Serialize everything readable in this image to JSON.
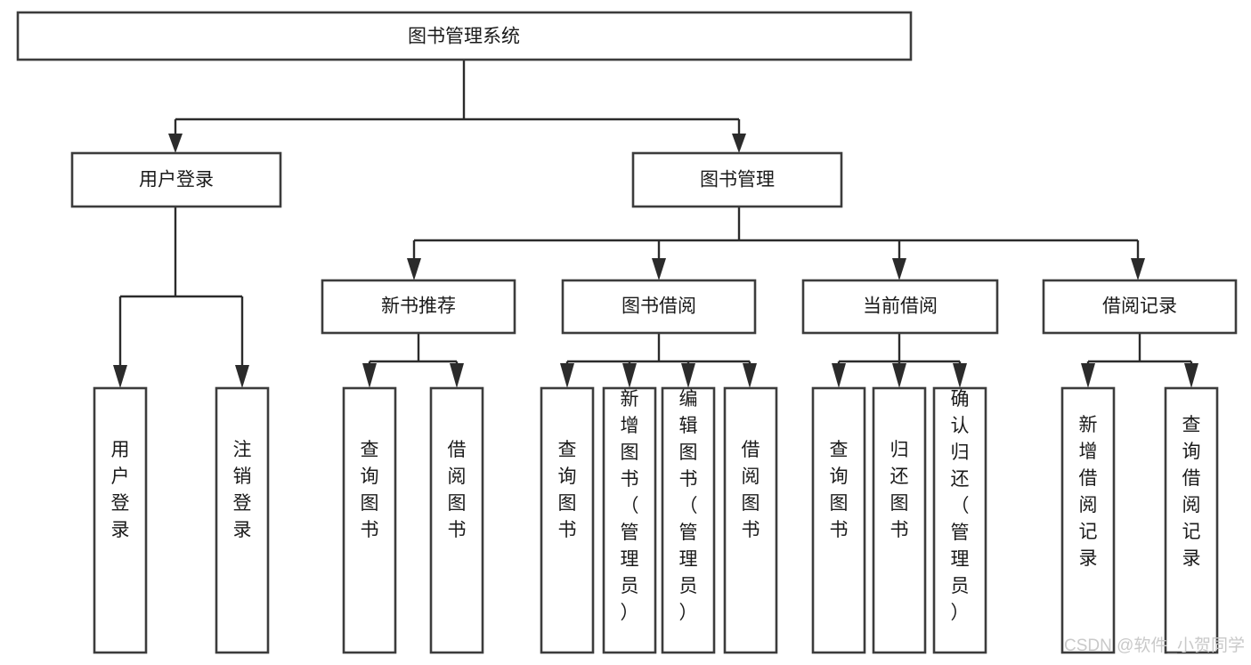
{
  "diagram": {
    "type": "hierarchy-tree",
    "title": "图书管理系统",
    "levels": {
      "root": "图书管理系统",
      "level2": [
        "用户登录",
        "图书管理"
      ],
      "level3": [
        "新书推荐",
        "图书借阅",
        "当前借阅",
        "借阅记录"
      ]
    },
    "nodes": {
      "root": {
        "label": "图书管理系统"
      },
      "user_login": {
        "label": "用户登录"
      },
      "book_mgmt": {
        "label": "图书管理"
      },
      "new_book_rec": {
        "label": "新书推荐"
      },
      "book_borrow": {
        "label": "图书借阅"
      },
      "current_borrow": {
        "label": "当前借阅"
      },
      "borrow_record": {
        "label": "借阅记录"
      },
      "leaf_user_login": {
        "label": "用户登录"
      },
      "leaf_logout": {
        "label": "注销登录"
      },
      "leaf_query_book_1": {
        "label": "查询图书"
      },
      "leaf_borrow_book_1": {
        "label": "借阅图书"
      },
      "leaf_query_book_2": {
        "label": "查询图书"
      },
      "leaf_add_book": {
        "label": "新增图书（管理员）"
      },
      "leaf_edit_book": {
        "label": "编辑图书（管理员）"
      },
      "leaf_borrow_book_2": {
        "label": "借阅图书"
      },
      "leaf_query_book_3": {
        "label": "查询图书"
      },
      "leaf_return_book": {
        "label": "归还图书"
      },
      "leaf_confirm_return": {
        "label": "确认归还（管理员）"
      },
      "leaf_add_record": {
        "label": "新增借阅记录"
      },
      "leaf_query_record": {
        "label": "查询借阅记录"
      }
    },
    "branches": [
      {
        "parent": "用户登录",
        "children": [
          "用户登录",
          "注销登录"
        ]
      },
      {
        "parent": "新书推荐",
        "children": [
          "查询图书",
          "借阅图书"
        ]
      },
      {
        "parent": "图书借阅",
        "children": [
          "查询图书",
          "新增图书（管理员）",
          "编辑图书（管理员）",
          "借阅图书"
        ]
      },
      {
        "parent": "当前借阅",
        "children": [
          "查询图书",
          "归还图书",
          "确认归还（管理员）"
        ]
      },
      {
        "parent": "借阅记录",
        "children": [
          "新增借阅记录",
          "查询借阅记录"
        ]
      }
    ]
  },
  "watermark": {
    "text": "CSDN @软件_小贺同学"
  },
  "colors": {
    "box_stroke": "#3c3c3c",
    "box_fill": "#ffffff",
    "edge": "#2b2b2b",
    "text": "#1a1a1a",
    "watermark": "#c9c9c9",
    "background": "#ffffff"
  }
}
